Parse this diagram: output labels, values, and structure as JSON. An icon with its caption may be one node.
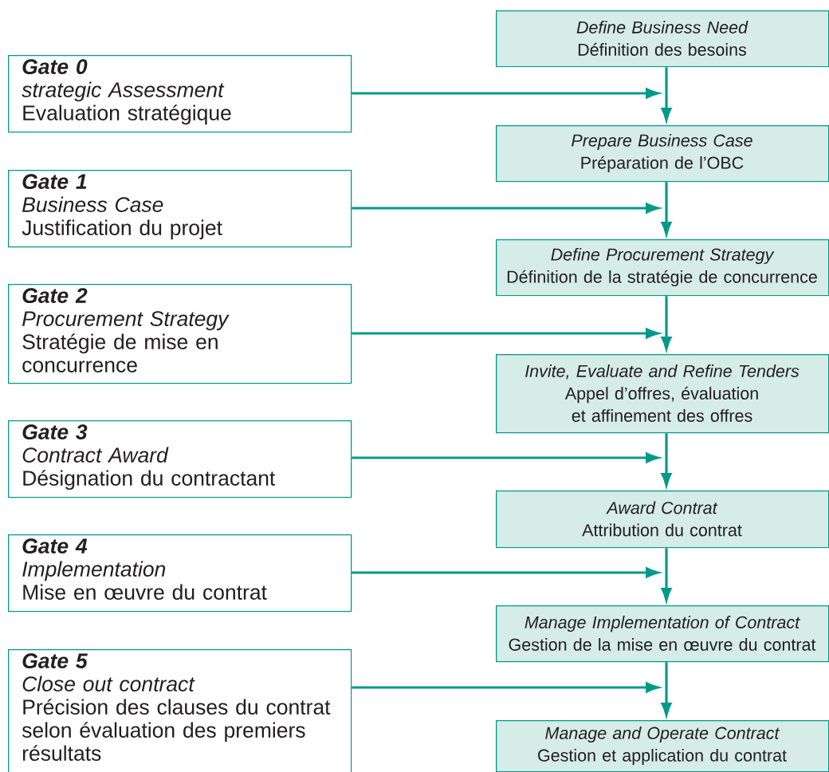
{
  "diagram": {
    "nodes": [
      {
        "text": [
          "Define Business Need",
          "Définition des besoins"
        ]
      },
      {
        "text": [
          "Gate 0",
          "strategic Assessment",
          "Evaluation stratégique"
        ]
      },
      {
        "text": [
          "Prepare Business Case",
          "Préparation de l’OBC"
        ]
      },
      {
        "text": [
          "Gate 1",
          "Business Case",
          "Justification du projet"
        ]
      },
      {
        "text": [
          "Define Procurement Strategy",
          "Définition de la stratégie de concurrence"
        ]
      },
      {
        "text": [
          "Gate 2",
          "Procurement Strategy",
          "Stratégie de mise en concurrence"
        ]
      },
      {
        "text": [
          "Invite, Evaluate and Refine Tenders",
          "Appel d’offres, évaluation et affinement des offres"
        ]
      },
      {
        "text": [
          "Gate 3",
          "Contract Award",
          "Désignation du contractant"
        ]
      },
      {
        "text": [
          "Award Contrat",
          "Attribution du contrat"
        ]
      },
      {
        "text": [
          "Gate 4",
          "Implementation",
          "Mise en œuvre du contrat"
        ]
      },
      {
        "text": [
          "Manage Implementation of Contract",
          "Gestion de la mise en œuvre du contrat"
        ]
      },
      {
        "text": [
          "Gate 5",
          "Close out contract",
          "Précision des clauses du contrat selon évaluation des premiers résultats"
        ]
      },
      {
        "text": [
          "Manage and Operate Contract",
          "Gestion et application du contrat"
        ]
      }
    ],
    "edges": [
      {
        "from": 0,
        "to": 2,
        "arrow": "to"
      },
      {
        "from": 2,
        "to": 4,
        "arrow": "to"
      },
      {
        "from": 4,
        "to": 6,
        "arrow": "to"
      },
      {
        "from": 6,
        "to": 8,
        "arrow": "to"
      },
      {
        "from": 8,
        "to": 10,
        "arrow": "to"
      },
      {
        "from": 10,
        "to": 12,
        "arrow": "to"
      },
      {
        "from": 1,
        "to": null,
        "arrow": "to"
      },
      {
        "from": 3,
        "to": null,
        "arrow": "to"
      },
      {
        "from": 5,
        "to": null,
        "arrow": "to"
      },
      {
        "from": 7,
        "to": null,
        "arrow": "to"
      },
      {
        "from": 9,
        "to": null,
        "arrow": "to"
      },
      {
        "from": 11,
        "to": null,
        "arrow": "to"
      }
    ]
  }
}
